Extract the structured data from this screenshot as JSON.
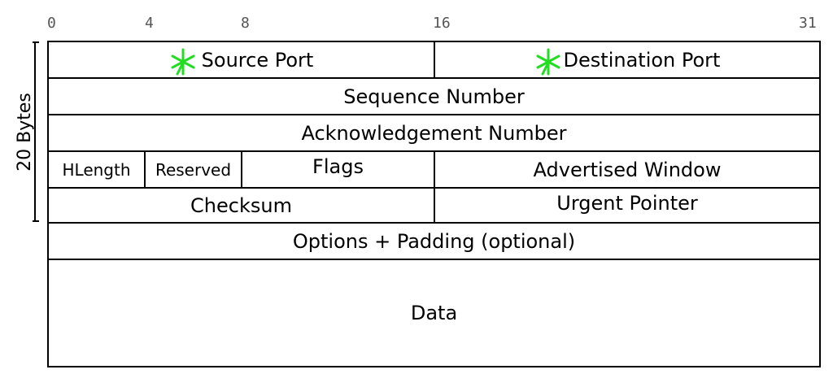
{
  "bit_labels": [
    "0",
    "4",
    "8",
    "16",
    "31"
  ],
  "side_label": "20 Bytes",
  "fields": {
    "source_port": "Source Port",
    "destination_port": "Destination Port",
    "sequence_number": "Sequence Number",
    "acknowledgement_number": "Acknowledgement Number",
    "hlength": "HLength",
    "reserved": "Reserved",
    "flags": "Flags",
    "advertised_window": "Advertised Window",
    "checksum": "Checksum",
    "urgent_pointer": "Urgent Pointer",
    "options_padding": "Options + Padding (optional)",
    "data": "Data"
  },
  "annotations": {
    "marker_icon": "green-asterisk-marker",
    "marker_color": "#22dd22"
  }
}
